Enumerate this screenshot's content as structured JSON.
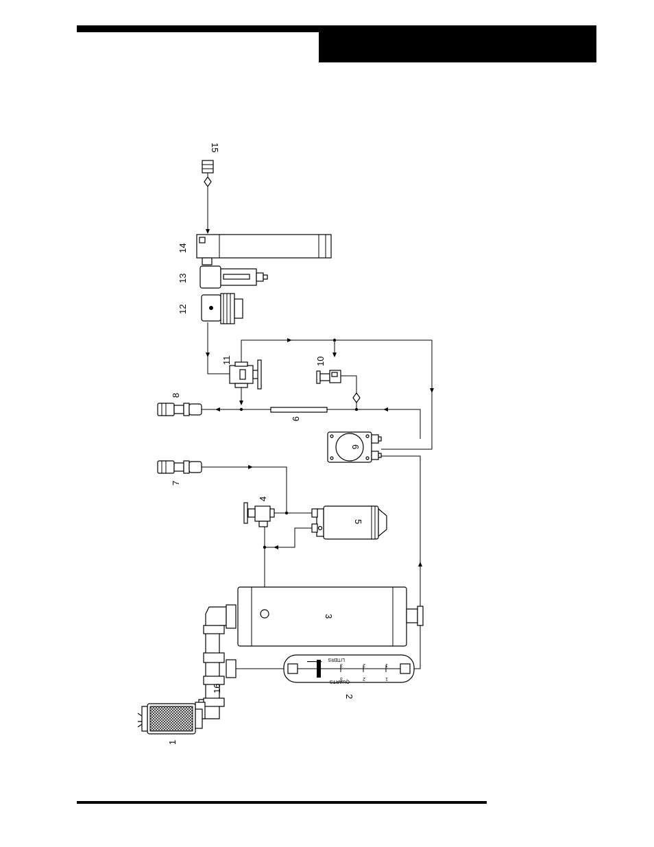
{
  "header": {
    "band_color": "#000000"
  },
  "diagram": {
    "callouts": {
      "n1": "1",
      "n2": "2",
      "n3": "3",
      "n4": "4",
      "n5": "5",
      "n6": "6",
      "n7": "7",
      "n8": "8",
      "n9": "9",
      "n10": "10",
      "n11": "11",
      "n12": "12",
      "n13": "13",
      "n14": "14",
      "n15": "15",
      "n16": "16"
    },
    "flowmeter": {
      "quarts_label": "QUARTS",
      "liters_label": "LITERS",
      "quarts_ticks": [
        "1",
        "2",
        "3"
      ],
      "liters_ticks": [
        "1",
        "2",
        "3"
      ]
    }
  }
}
